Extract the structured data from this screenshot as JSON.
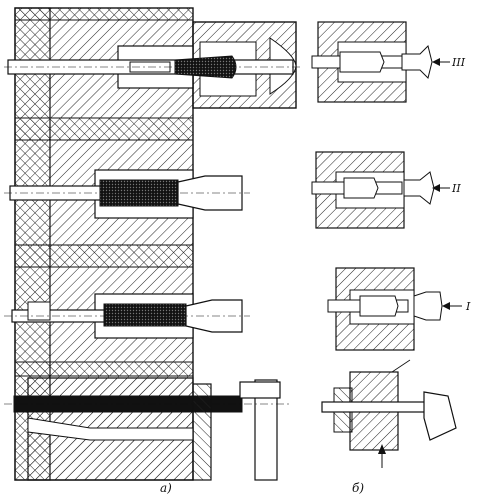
{
  "figure": {
    "caption_a": "a)",
    "caption_b": "б)",
    "stages": [
      "III",
      "II",
      "I"
    ]
  }
}
